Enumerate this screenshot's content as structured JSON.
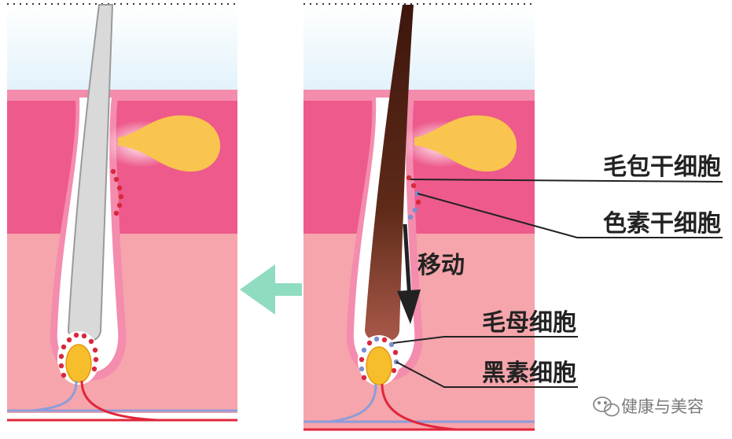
{
  "labels": {
    "hair_follicle_stem_cell": "毛包干细胞",
    "melanocyte_stem_cell": "色素干细胞",
    "migration": "移动",
    "hair_matrix_cell": "毛母细胞",
    "melanocyte": "黑素细胞"
  },
  "watermark": {
    "text": "健康与美容"
  },
  "colors": {
    "sky": "#e3f3fb",
    "epidermis": "#ee5a8b",
    "dermis": "#f5a5ab",
    "sebaceous_gland": "#f9c54e",
    "papilla": "#f7be2c",
    "cell_red": "#d8283d",
    "cell_blue": "#7b8ecf",
    "gray_hair": "#d9d9d9",
    "dark_hair": "#4a1d12",
    "arrow_green": "#8fdcc0",
    "vein_blue": "#8d9cd8",
    "artery_red": "#e0263b"
  }
}
